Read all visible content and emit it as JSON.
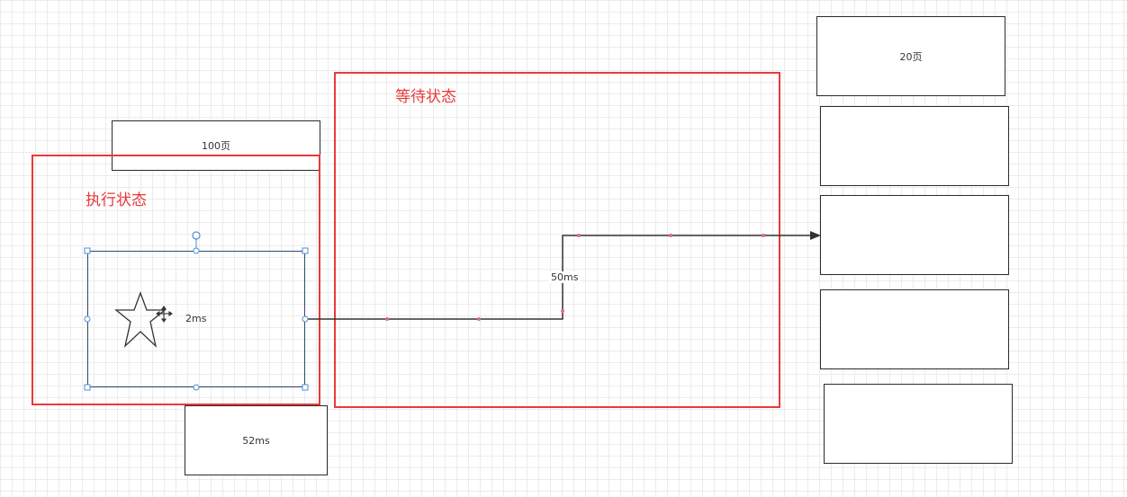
{
  "nodes": {
    "box_100": "100页",
    "box_20": "20页",
    "box_52": "52ms",
    "task_label": "2ms"
  },
  "regions": {
    "exec_label": "执行状态",
    "wait_label": "等待状态"
  },
  "edges": {
    "connector_label": "50ms"
  },
  "icons": {
    "star": "star-icon",
    "move_cursor": "move-cursor-icon",
    "arrowhead": "arrowhead-icon",
    "rotate_handle": "rotate-handle-icon"
  },
  "colors": {
    "region_border": "#e83a3a",
    "box_border": "#2b2b2b",
    "selection": "#4d8fd1",
    "waypoint": "#e06a7a",
    "grid": "#ececec"
  }
}
